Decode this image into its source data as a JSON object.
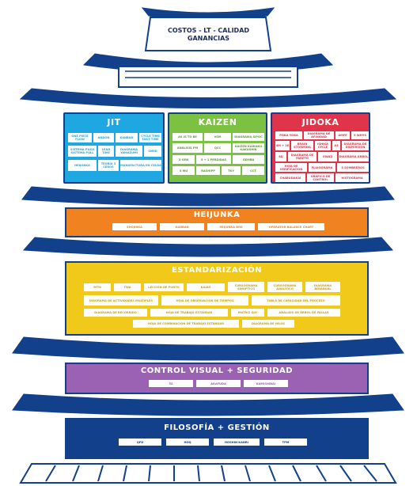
{
  "title": {
    "line1": "COSTOS - LT - CALIDAD",
    "line2": "GANANCIAS"
  },
  "colors": {
    "navy": "#12408a",
    "jit": "#1ea7e1",
    "kaizen": "#7cc142",
    "jidoka": "#e0344a",
    "heijunka": "#f08220",
    "estandarizacion": "#f0c91a",
    "control": "#9b62b4",
    "filosofia": "#12408a"
  },
  "jit": {
    "title": "JIT",
    "items": [
      "ONE PIECE FLOW",
      "ANDON",
      "KANBAN",
      "CYCLE TIME TAKT TIME",
      "SISTEMA PUSH SISTEMA PULL",
      "LEAD TIME",
      "DIAGRAMA YAMAZUMI",
      "SMED",
      "HEIJUNKA",
      "TEORÍA 3 CEROS",
      "MANUFACTURA EN CELDA"
    ]
  },
  "kaizen": {
    "title": "KAIZEN",
    "items": [
      "AS IS TO BE",
      "VSM",
      "DIAGRAMA SIPOC",
      "ANÁLISIS PM",
      "QCC",
      "KAIZEN KAIKAKU KAKUSHIN",
      "3 GEN",
      "5 + 1 PÉRDIDAS",
      "GEMBA",
      "5 MU",
      "RASHIPP",
      "TKY",
      "CCT"
    ]
  },
  "jidoka": {
    "title": "JIDOKA",
    "items": [
      "POKA YOKA",
      "DIAGRAMA DE AFINIDAD",
      "AMFE",
      "5 WHYS",
      "4M + 1E",
      "BRAIN STORMING",
      "ISHIKA CYCLE",
      "A3",
      "DIAGRAMA DE DISPERSIÓN",
      "8D",
      "DIAGRAMA DE PARETO",
      "OWAD",
      "DIAGRAMA ÁRBOL",
      "HOJA DE VERIFICACIÓN",
      "FLUJOGRAMA",
      "5 SOMBREROS",
      "CHABUDAKAI",
      "GRÁFICO DE CONTROL",
      "HISTOGRAMA"
    ]
  },
  "heijunka": {
    "title": "HEIJUNKA",
    "items": [
      "SHOJINKA",
      "KANBAN",
      "HEIJUNKA BOX",
      "OPERATOR BALANCE CHART"
    ]
  },
  "estandarizacion": {
    "title": "ESTANDARIZACIÓN",
    "row1": [
      "MTM",
      "TWA",
      "LECCIÓN DE PUNTO",
      "KAIAH",
      "CURSOGRAMA SINÓPTICO",
      "CURSOGRAMA ANALÍTICO",
      "DIAGRAMA BIMANUAL"
    ],
    "row2": [
      "DIAGRAMA DE ACTIVIDADES MÚLTIPLES",
      "HOJA DE OBSERVACIÓN DE TIEMPOS",
      "TABLA DE CAPACIDAD DEL PROCESO"
    ],
    "row3": [
      "DIAGRAMA DE RECORRIDO",
      "HOJA DE TRABAJO ESTÁNDAR",
      "MATRIZ QJO",
      "ANÁLISIS DE ÁRBOL DE FALLAS"
    ],
    "row4": [
      "HOJA DE COMBINACIÓN DE TRABAJO ESTÁNDAR",
      "DIAGRAMA DE HILOS"
    ]
  },
  "control": {
    "title": "CONTROL VISUAL + SEGURIDAD",
    "items": [
      "5S",
      "ARAFUDA",
      "KAMISHIBAI"
    ]
  },
  "filosofia": {
    "title": "FILOSOFÍA  + GESTIÓN",
    "items": [
      "QFD",
      "HOQ",
      "HOSHIN KANRI",
      "TPM"
    ]
  }
}
